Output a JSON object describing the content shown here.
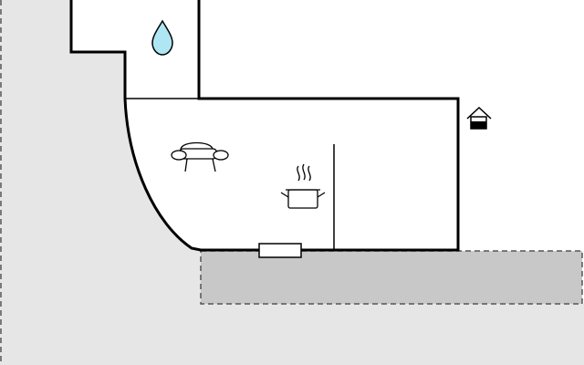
{
  "floorplan": {
    "rooms": [
      {
        "id": "bathroom",
        "icon": "water-drop-icon"
      },
      {
        "id": "living-room",
        "icon": "sofa-icon"
      },
      {
        "id": "kitchen",
        "icon": "cooking-pot-icon"
      }
    ],
    "exterior_icon": "house-entrance-icon",
    "features": [
      "door",
      "interior-wall",
      "terrace",
      "plot-boundary"
    ],
    "colors": {
      "plot": "#e6e6e6",
      "terrace": "#c8c8c8",
      "walls": "#000000",
      "interior": "#ffffff",
      "water": "#aee6f4",
      "boundary": "#555555"
    }
  }
}
